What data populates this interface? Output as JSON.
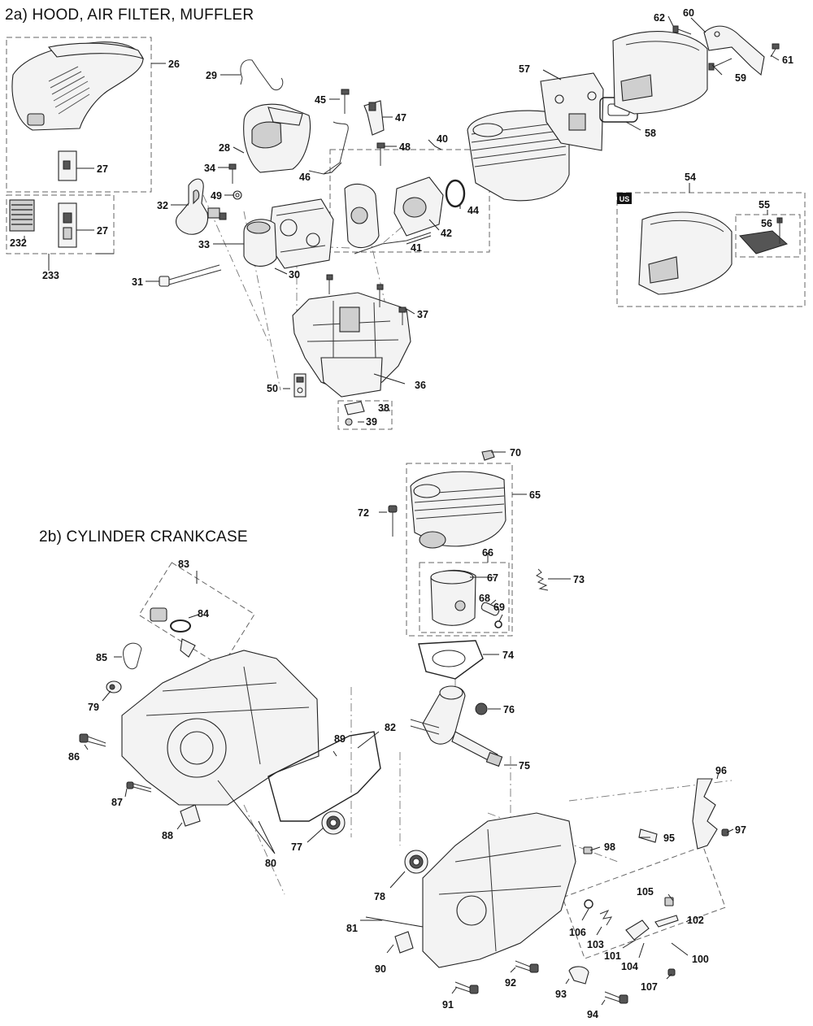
{
  "sections": {
    "hood": {
      "title": "2a)  HOOD, AIR FILTER, MUFFLER"
    },
    "cylinder": {
      "title": "2b)  CYLINDER CRANKCASE"
    }
  },
  "badges": {
    "us": "US"
  },
  "callouts": {
    "c26": "26",
    "c27a": "27",
    "c27b": "27",
    "c28": "28",
    "c29": "29",
    "c30": "30",
    "c31": "31",
    "c32": "32",
    "c33": "33",
    "c34": "34",
    "c36": "36",
    "c37": "37",
    "c38": "38",
    "c39": "39",
    "c40": "40",
    "c41": "41",
    "c42": "42",
    "c44": "44",
    "c45": "45",
    "c46": "46",
    "c47": "47",
    "c48": "48",
    "c49": "49",
    "c50": "50",
    "c54": "54",
    "c55": "55",
    "c56": "56",
    "c57": "57",
    "c58": "58",
    "c59": "59",
    "c60": "60",
    "c61": "61",
    "c62": "62",
    "c232": "232",
    "c233": "233",
    "c65": "65",
    "c66": "66",
    "c67": "67",
    "c68": "68",
    "c69": "69",
    "c70": "70",
    "c72": "72",
    "c73": "73",
    "c74": "74",
    "c75": "75",
    "c76": "76",
    "c77": "77",
    "c78": "78",
    "c79": "79",
    "c80": "80",
    "c81": "81",
    "c82": "82",
    "c83": "83",
    "c84": "84",
    "c85": "85",
    "c86": "86",
    "c87": "87",
    "c88": "88",
    "c89": "89",
    "c90": "90",
    "c91": "91",
    "c92": "92",
    "c93": "93",
    "c94": "94",
    "c95": "95",
    "c96": "96",
    "c97": "97",
    "c98": "98",
    "c100": "100",
    "c101": "101",
    "c102": "102",
    "c103": "103",
    "c104": "104",
    "c105": "105",
    "c106": "106",
    "c107": "107"
  }
}
